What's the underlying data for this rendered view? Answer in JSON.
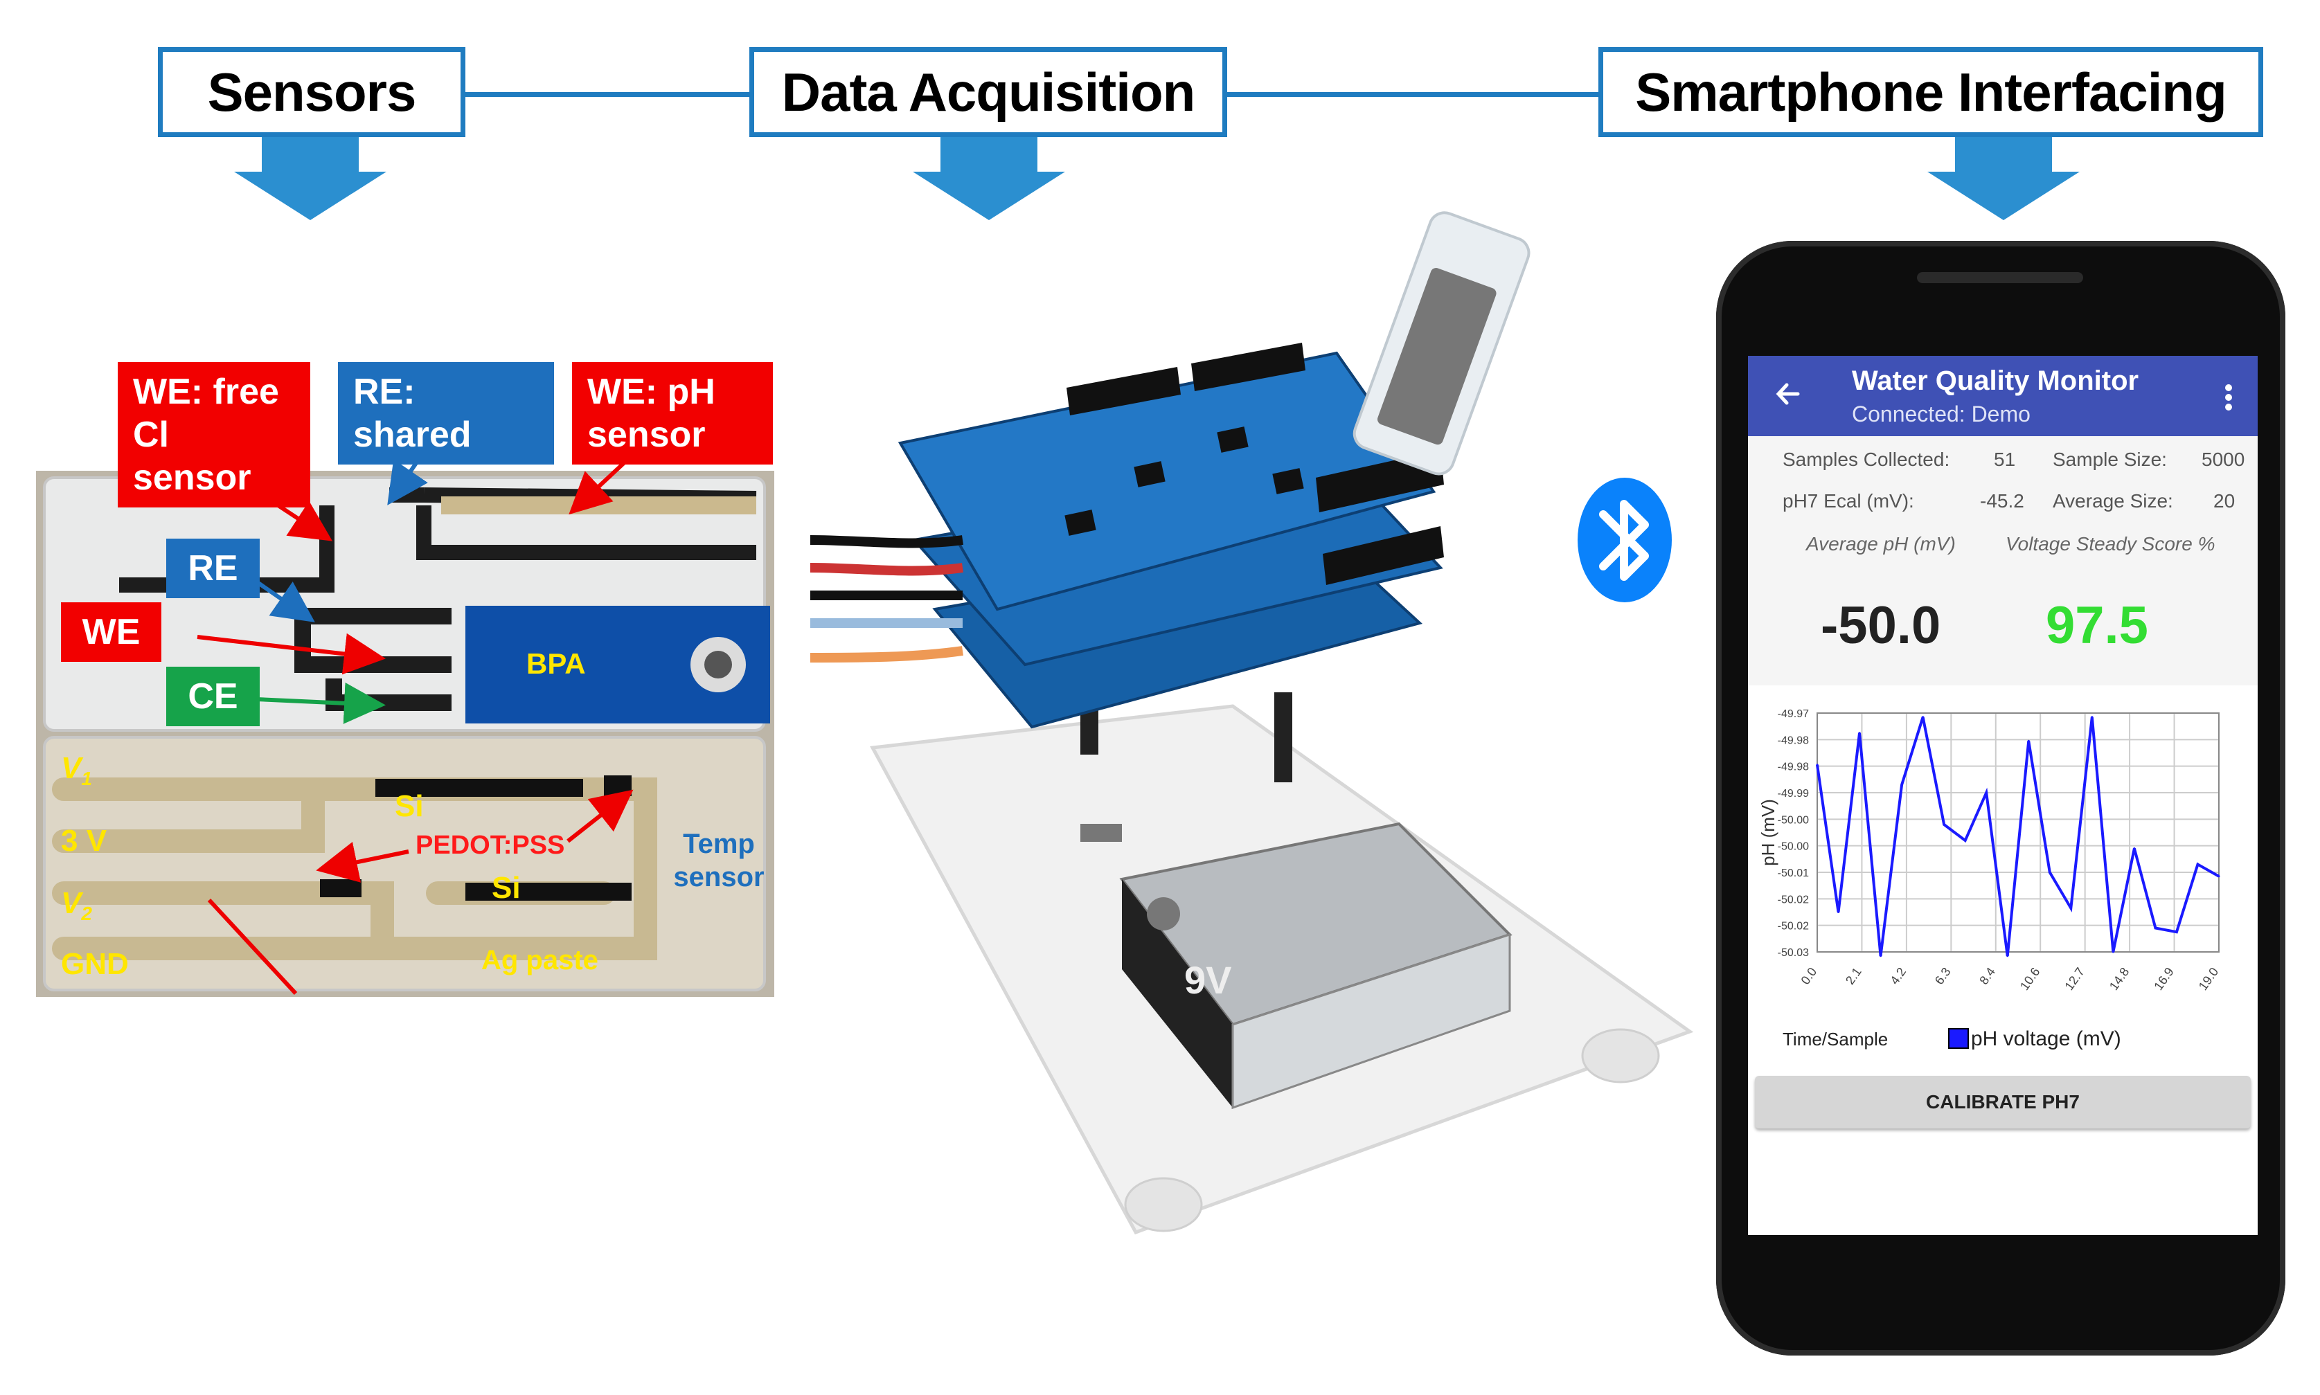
{
  "steps": {
    "sensors": "Sensors",
    "daq": "Data Acquisition",
    "phone": "Smartphone Interfacing"
  },
  "sensor_labels": {
    "we_cl": "WE: free Cl sensor",
    "re_shared": "RE: shared",
    "we_ph": "WE: pH sensor",
    "re": "RE",
    "we": "WE",
    "ce": "CE",
    "bpa": "BPA",
    "v1": "V",
    "v1_sub": "1",
    "v3": "3 V",
    "v2": "V",
    "v2_sub": "2",
    "gnd": "GND",
    "si_top": "Si",
    "si_bottom": "Si",
    "pedot": "PEDOT:PSS",
    "temp": "Temp sensor",
    "ag": "Ag paste"
  },
  "battery_text": "9V",
  "app": {
    "title": "Water Quality Monitor",
    "subtitle": "Connected: Demo",
    "stats": {
      "samples_label": "Samples Collected:",
      "samples_value": "51",
      "sample_size_label": "Sample Size:",
      "sample_size_value": "5000",
      "ecal_label": "pH7 Ecal (mV):",
      "ecal_value": "-45.2",
      "avg_size_label": "Average Size:",
      "avg_size_value": "20"
    },
    "avg_ph_label": "Average pH (mV)",
    "steady_label": "Voltage Steady Score %",
    "avg_ph_value": "-50.0",
    "steady_value": "97.5",
    "calibrate_button": "CALIBRATE PH7",
    "colors": {
      "header": "#3f51b5",
      "steady": "#33dd33",
      "line": "#1a1aff"
    }
  },
  "chart_data": {
    "type": "line",
    "xlabel": "Time/Sample",
    "ylabel": "pH (mV)",
    "legend": "pH voltage (mV)",
    "x_ticks": [
      "0.0",
      "2.1",
      "4.2",
      "6.3",
      "8.4",
      "10.6",
      "12.7",
      "14.8",
      "16.9",
      "19.0"
    ],
    "y_ticks": [
      "-49.97",
      "-49.98",
      "-49.98",
      "-49.99",
      "-50.00",
      "-50.00",
      "-50.01",
      "-50.02",
      "-50.02",
      "-50.03"
    ],
    "ylim": [
      -50.03,
      -49.97
    ],
    "xlim": [
      0,
      19
    ],
    "series": [
      {
        "name": "pH voltage (mV)",
        "x": [
          0,
          1,
          2,
          3,
          4,
          5,
          6,
          7,
          8,
          9,
          10,
          11,
          12,
          13,
          14,
          15,
          16,
          17,
          18,
          19
        ],
        "values": [
          -49.983,
          -50.02,
          -49.975,
          -50.031,
          -49.988,
          -49.971,
          -49.998,
          -50.002,
          -49.99,
          -50.031,
          -49.977,
          -50.01,
          -50.019,
          -49.971,
          -50.03,
          -50.004,
          -50.024,
          -50.025,
          -50.008,
          -50.011
        ]
      }
    ]
  }
}
